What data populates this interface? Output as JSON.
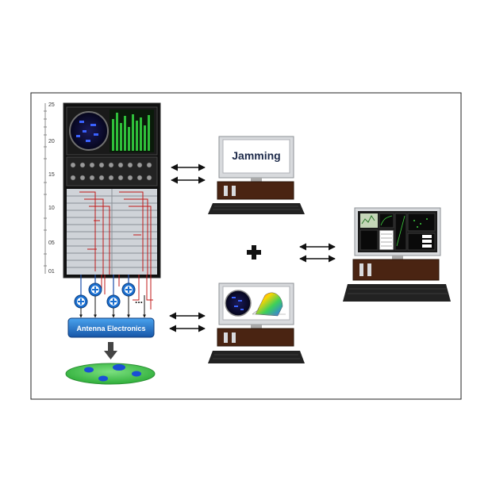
{
  "jamming_label": "Jamming",
  "antenna_label": "Antenna Electronics",
  "ruler_labels": [
    "25",
    "20",
    "15",
    "10",
    "05",
    "01"
  ],
  "ellipsis": "...",
  "colors": {
    "rack": "#111111",
    "antenna_box": "#1f6fc0",
    "plate": "#3fc24a",
    "plate_dot": "#1a4fd6",
    "computer_base": "#4a2412",
    "screen_bezel": "#d8dadd",
    "wire": "#c01818",
    "wire_blue": "#1a4ea8"
  }
}
